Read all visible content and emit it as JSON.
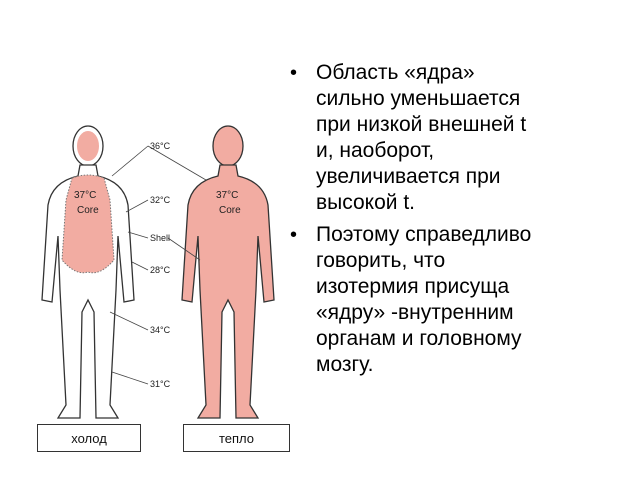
{
  "diagram": {
    "temps": [
      "36°C",
      "32°C",
      "Shell",
      "28°C",
      "34°C",
      "31°C"
    ],
    "core_cold": {
      "temp": "37°C",
      "label": "Core"
    },
    "core_warm": {
      "temp": "37°C",
      "label": "Core"
    },
    "captions": {
      "cold": "холод",
      "warm": "тепло"
    }
  },
  "colors": {
    "skin": "#f2aca2",
    "core_cold": "#f2aca2",
    "outline": "#333333"
  },
  "bullets": [
    {
      "lines": [
        "Область «ядра»",
        "сильно уменьшается",
        "при низкой внешней t",
        "и, наоборот,",
        "увеличивается при",
        "высокой t."
      ]
    },
    {
      "lines": [
        "Поэтому справедливо",
        "говорить, что",
        "изотермия присуща",
        "«ядру» -внутренним",
        "органам и головному",
        "мозгу."
      ]
    }
  ]
}
